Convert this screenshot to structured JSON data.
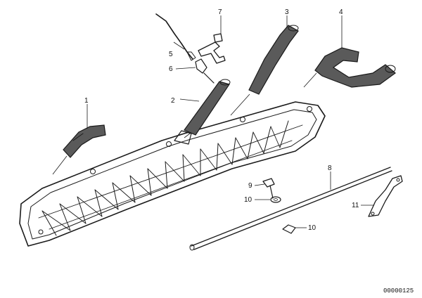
{
  "callouts": {
    "c1": "1",
    "c2": "2",
    "c3": "3",
    "c4": "4",
    "c5": "5",
    "c6": "6",
    "c7": "7",
    "c8": "8",
    "c9": "9",
    "c10a": "10",
    "c10b": "10",
    "c11": "11"
  },
  "document_number": "00000125",
  "colors": {
    "ink": "#1a1a1a",
    "hose_fill": "#5a5a5a",
    "background": "#ffffff"
  }
}
